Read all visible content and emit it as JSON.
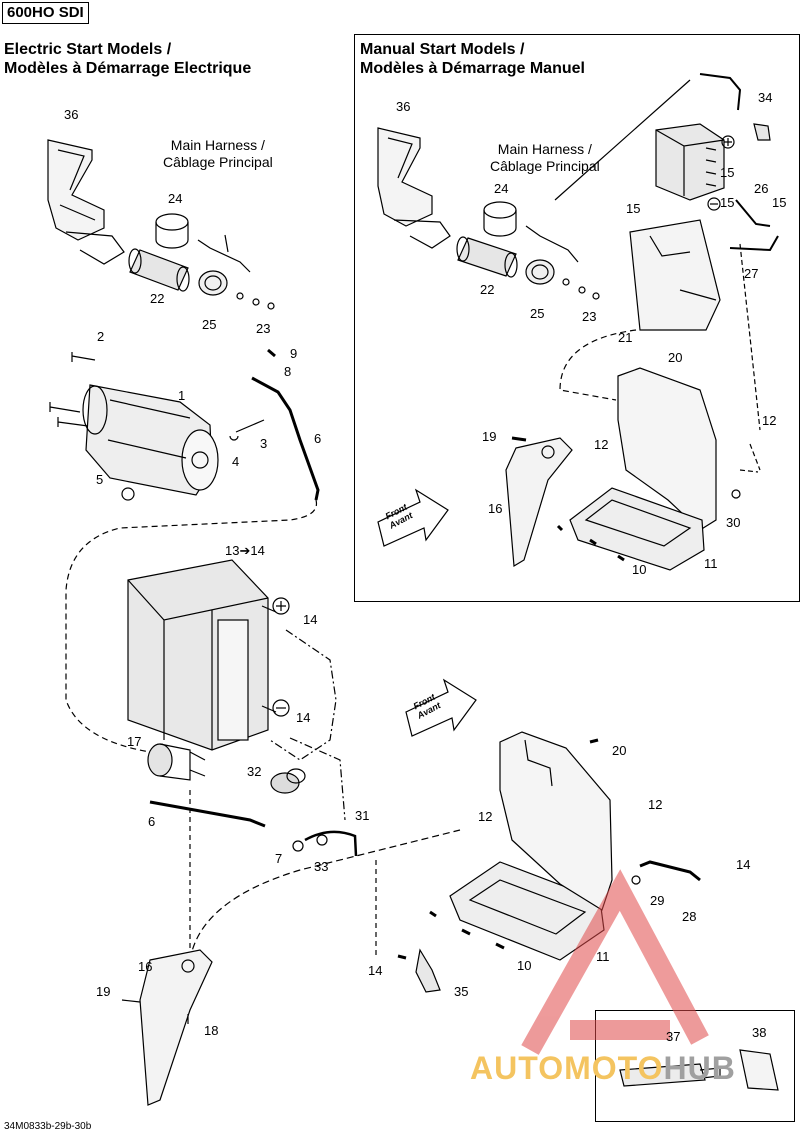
{
  "model_tag": "600HO SDI",
  "electric_title": [
    "Electric Start Models /",
    "Modèles à Démarrage Electrique"
  ],
  "manual_title": [
    "Manual Start Models /",
    "Modèles à Démarrage Manuel"
  ],
  "harness_label": [
    "Main Harness /",
    "Câblage Principal"
  ],
  "front_label": [
    "Front",
    "Avant"
  ],
  "ref_code": "34M0833b-29b-30b",
  "watermark": {
    "part1": "AUTOMOTO",
    "part2": "HUB",
    "color_logo": "#e04848",
    "color_text": "#f4c460"
  },
  "callouts": {
    "c36a": "36",
    "c24a": "24",
    "c22a": "22",
    "c25a": "25",
    "c23a": "23",
    "c2": "2",
    "c9": "9",
    "c8": "8",
    "c1": "1",
    "c3": "3",
    "c4": "4",
    "c6a": "6",
    "c5": "5",
    "c1314": "13➔14",
    "c14a": "14",
    "c14b": "14",
    "c17": "17",
    "c32": "32",
    "c6b": "6",
    "c7": "7",
    "c33": "33",
    "c31": "31",
    "c20b": "20",
    "c12c": "12",
    "c12d": "12",
    "c14c": "14",
    "c29": "29",
    "c28": "28",
    "c11b": "11",
    "c10b": "10",
    "c14d": "14",
    "c35": "35",
    "c16b": "16",
    "c19b": "19",
    "c18": "18",
    "c37": "37",
    "c38": "38",
    "c36b": "36",
    "c24b": "24",
    "c22b": "22",
    "c25b": "25",
    "c23b": "23",
    "c34": "34",
    "c15a": "15",
    "c15b": "15",
    "c15c": "15",
    "c26": "26",
    "c27": "27",
    "c21": "21",
    "c20a": "20",
    "c12a": "12",
    "c12b": "12",
    "c19a": "19",
    "c16a": "16",
    "c30": "30",
    "c11a": "11",
    "c10a": "10"
  }
}
